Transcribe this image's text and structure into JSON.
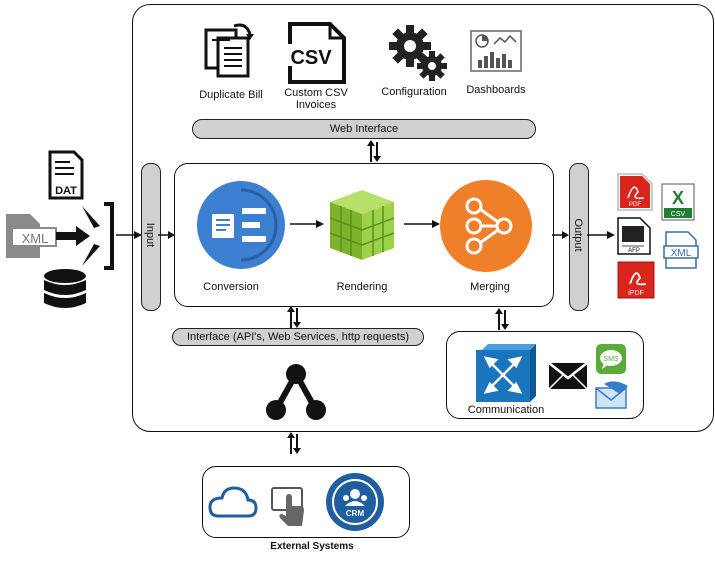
{
  "top_tools": {
    "duplicate_bill": "Duplicate Bill",
    "custom_csv_line1": "Custom CSV",
    "custom_csv_line2": "Invoices",
    "configuration": "Configuration",
    "dashboards": "Dashboards"
  },
  "inputs": {
    "dat": "DAT",
    "xml": "XML"
  },
  "bars": {
    "web_interface": "Web Interface",
    "input": "Input",
    "output": "Output",
    "interface": "Interface (API's, Web Services, http requests)"
  },
  "core": {
    "conversion": "Conversion",
    "rendering": "Rendering",
    "merging": "Merging"
  },
  "communication": {
    "label": "Communication",
    "sms": "SMS"
  },
  "outputs": {
    "pdf": "PDF",
    "csv": "CSV",
    "afp": "AFP",
    "xml": "XML",
    "ipdf": "iPDF"
  },
  "external": {
    "label": "External Systems",
    "crm": "CRM"
  },
  "colors": {
    "conversion": "#3d7fd0",
    "rendering": "#8cc63f",
    "merging": "#f07f2a",
    "communication": "#1a75bc",
    "pdf_red": "#d9261c",
    "csv_green": "#1e7e34",
    "bar_grey": "#d0d0d0",
    "crm_blue": "#1f5fa0"
  }
}
